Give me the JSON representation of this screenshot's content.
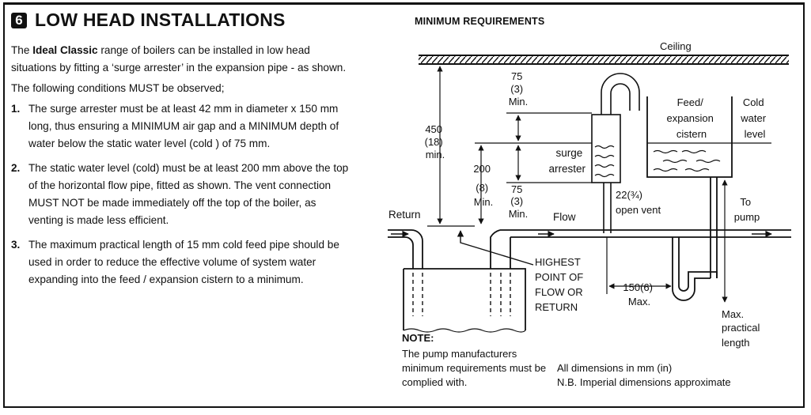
{
  "section": {
    "number": "6",
    "title": "LOW HEAD INSTALLATIONS"
  },
  "intro": {
    "pre": "The ",
    "brand": "Ideal Classic",
    "post": " range of boilers can be installed in low head situations by fitting a ‘surge arrester’ in the expansion pipe - as shown."
  },
  "conditions_intro": "The following conditions MUST be observed;",
  "conditions": [
    {
      "num": "1.",
      "text": "The surge arrester must be at least 42 mm in diameter x 150 mm long, thus ensuring a MINIMUM air gap and a MINIMUM depth of water below the static water level (cold ) of 75 mm."
    },
    {
      "num": "2.",
      "text": "The static water level (cold) must be at least 200 mm above the top of the horizontal flow pipe, fitted as shown. The vent connection MUST NOT be made immediately off the top of the boiler, as venting is made less efficient."
    },
    {
      "num": "3.",
      "text": "The maximum practical length of 15 mm cold feed pipe should be used in order to reduce the effective volume of system water expanding into the feed / expansion cistern to a minimum."
    }
  ],
  "diagram": {
    "title": "MINIMUM REQUIREMENTS",
    "ceiling": "Ceiling",
    "feed_cistern": [
      "Feed/",
      "expansion",
      "cistern"
    ],
    "cold_water_level": [
      "Cold",
      "water",
      "level"
    ],
    "air_gap_dim": [
      "75",
      "(3)",
      "Min."
    ],
    "ceiling_dim": [
      "450",
      "(18)",
      "min."
    ],
    "surge_arrester": [
      "surge",
      "arrester"
    ],
    "level_dim": [
      "200",
      "(8)",
      "Min."
    ],
    "depth_dim": [
      "75",
      "(3)",
      "Min."
    ],
    "open_vent": [
      "22(¾)",
      "open vent"
    ],
    "to_pump": [
      "To",
      "pump"
    ],
    "return": "Return",
    "flow": "Flow",
    "highest_point": [
      "HIGHEST",
      "POINT OF",
      "FLOW OR",
      "RETURN"
    ],
    "vent_offset": [
      "150(6)",
      "Max."
    ],
    "max_length": [
      "Max.",
      "practical",
      "length"
    ]
  },
  "note": {
    "heading": "NOTE:",
    "text": "The pump manufacturers minimum requirements must be complied with."
  },
  "dimensions_note": [
    "All dimensions in mm (in)",
    "N.B. Imperial dimensions approximate"
  ]
}
